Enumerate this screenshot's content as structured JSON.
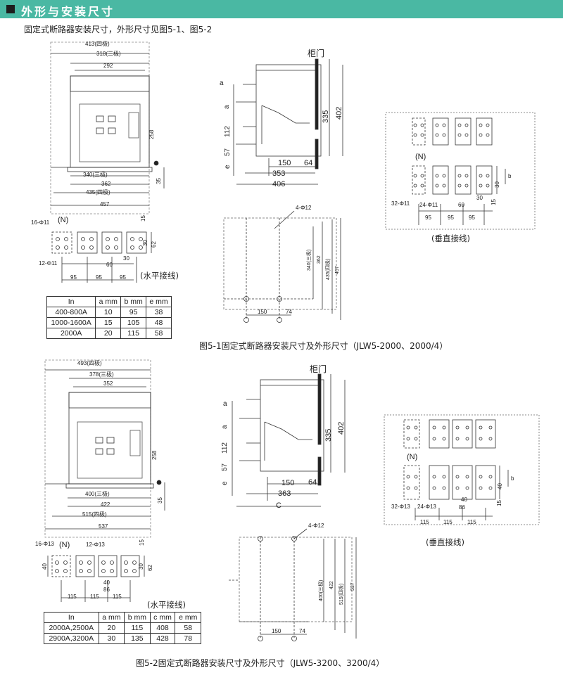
{
  "header": {
    "title": "外形与安装尺寸"
  },
  "subtitle": "固定式断路器安装尺寸，外形尺寸见图5-1、图5-2",
  "fig1": {
    "caption": "图5-1固定式断路器安装尺寸及外形尺寸（JLW5-2000、2000/4）",
    "front_dims": [
      "413(四极)",
      "318(三极)",
      "292",
      "258",
      "340(三极)",
      "362",
      "435(四极)",
      "457",
      "35"
    ],
    "side_dims": [
      "柜门",
      "a",
      "a",
      "112",
      "57",
      "e",
      "335",
      "402",
      "150",
      "64",
      "353",
      "406"
    ],
    "bottom_labels": [
      "16-Φ11",
      "(N)",
      "12-Φ11",
      "15",
      "30",
      "62",
      "60",
      "30",
      "95",
      "95",
      "95",
      "(水平接线)"
    ],
    "plan_dims": [
      "4-Φ12",
      "340(三极)",
      "362",
      "435(四极)",
      "457",
      "150",
      "74"
    ],
    "vert_labels": [
      "(N)",
      "30",
      "b",
      "32-Φ11",
      "24-Φ11",
      "60",
      "30",
      "15",
      "95",
      "95",
      "95",
      "(垂直接线)"
    ],
    "table": {
      "headers": [
        "In",
        "a mm",
        "b mm",
        "e mm"
      ],
      "rows": [
        [
          "400-800A",
          "10",
          "95",
          "38"
        ],
        [
          "1000-1600A",
          "15",
          "105",
          "48"
        ],
        [
          "2000A",
          "20",
          "115",
          "58"
        ]
      ]
    }
  },
  "fig2": {
    "caption": "图5-2固定式断路器安装尺寸及外形尺寸（JLW5-3200、3200/4）",
    "front_dims": [
      "493(四极)",
      "378(三极)",
      "352",
      "258",
      "400(三极)",
      "422",
      "515(四极)",
      "537",
      "35"
    ],
    "side_dims": [
      "柜门",
      "a",
      "a",
      "112",
      "57",
      "e",
      "335",
      "402",
      "150",
      "64",
      "363",
      "C"
    ],
    "bottom_labels": [
      "16-Φ13",
      "(N)",
      "12-Φ13",
      "15",
      "40",
      "30",
      "62",
      "40",
      "86",
      "115",
      "115",
      "115",
      "(水平接线)"
    ],
    "plan_dims": [
      "4-Φ12",
      "400(三极)",
      "422",
      "515(四极)",
      "537",
      "150",
      "74"
    ],
    "vert_labels": [
      "(N)",
      "40",
      "b",
      "32-Φ13",
      "24-Φ13",
      "40",
      "86",
      "15",
      "115",
      "115",
      "115",
      "(垂直接线)"
    ],
    "table": {
      "headers": [
        "In",
        "a mm",
        "b mm",
        "c mm",
        "e mm"
      ],
      "rows": [
        [
          "2000A,2500A",
          "20",
          "115",
          "408",
          "58"
        ],
        [
          "2900A,3200A",
          "30",
          "135",
          "428",
          "78"
        ]
      ]
    }
  }
}
